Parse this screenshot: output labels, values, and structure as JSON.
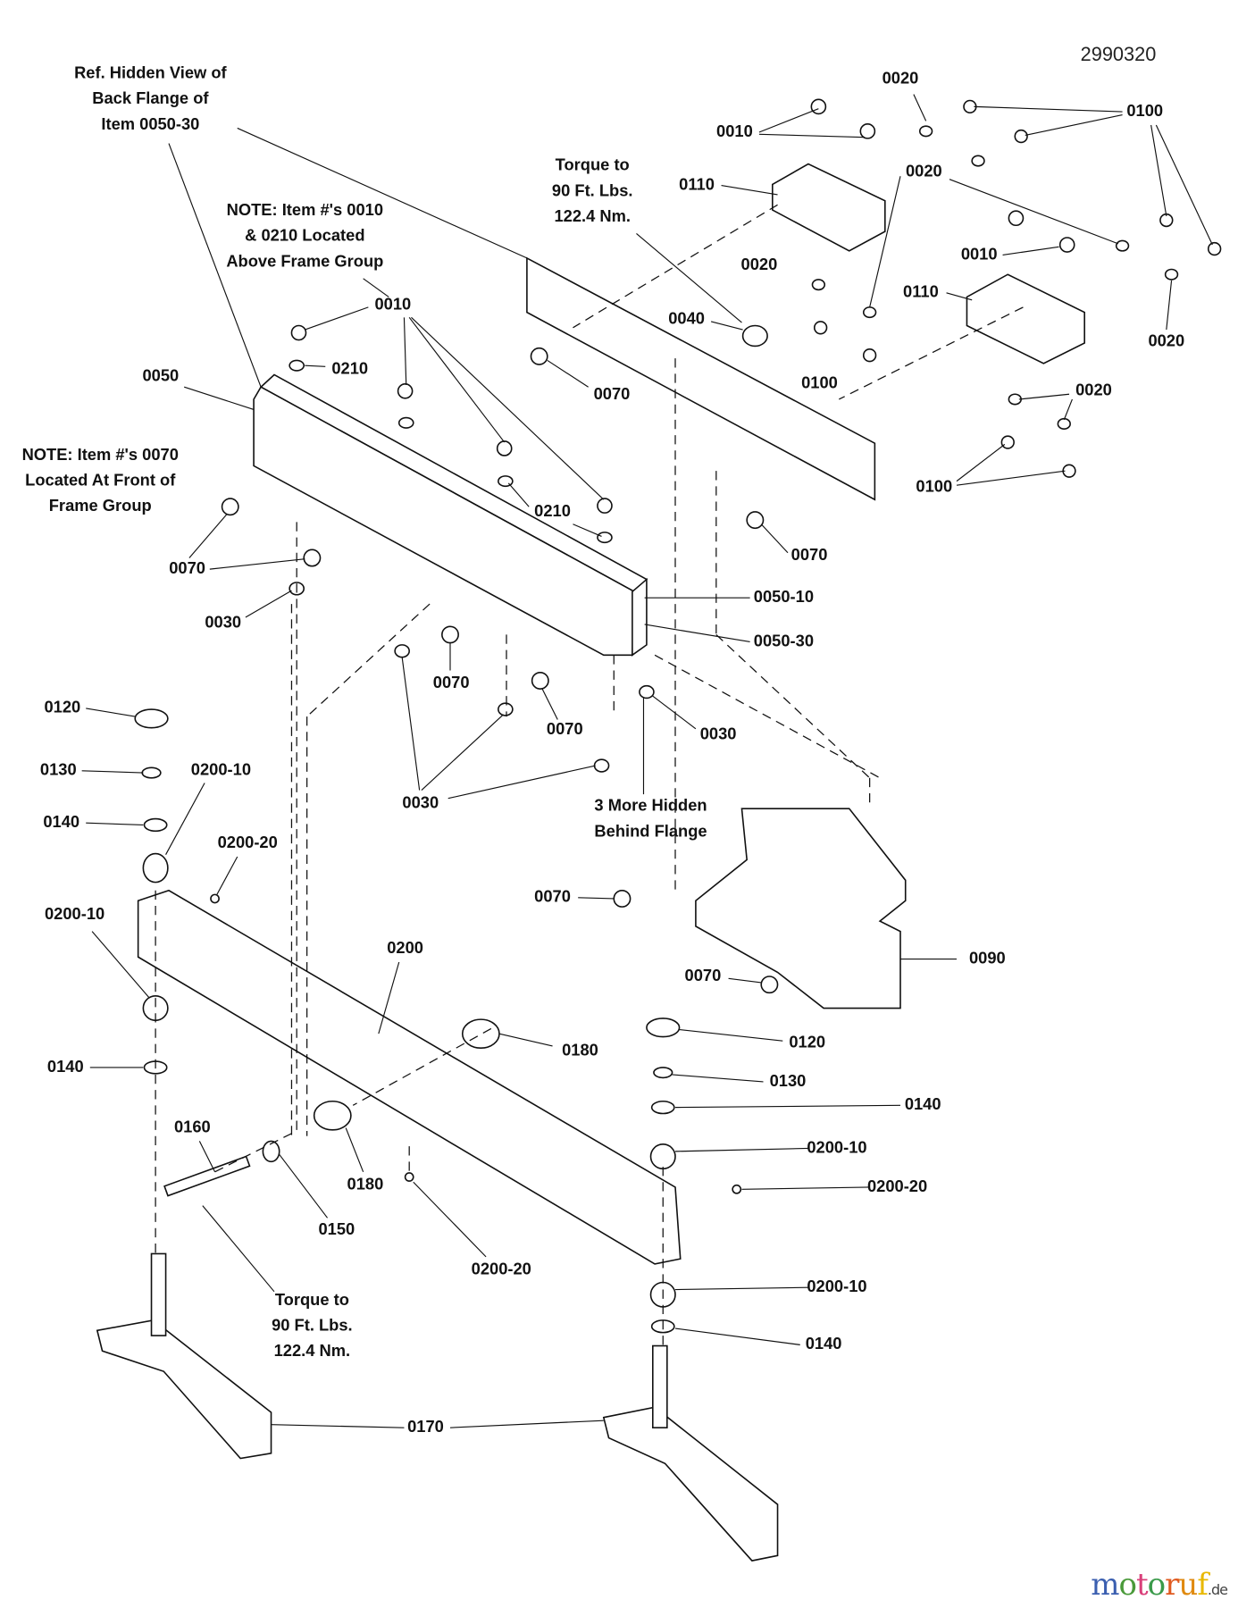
{
  "drawing_number": "2990320",
  "notes": {
    "ref_hidden_view": [
      "Ref. Hidden View of",
      "Back Flange of",
      "Item 0050-30"
    ],
    "torque_top": [
      "Torque to",
      "90 Ft. Lbs.",
      "122.4 Nm."
    ],
    "note_0010": [
      "NOTE: Item #'s 0010",
      "& 0210 Located",
      "Above Frame Group"
    ],
    "note_0070": [
      "NOTE: Item #'s 0070",
      "Located At Front of",
      "Frame Group"
    ],
    "hidden_behind": [
      "3 More Hidden",
      "Behind Flange"
    ],
    "torque_bottom": [
      "Torque to",
      "90 Ft. Lbs.",
      "122.4 Nm."
    ]
  },
  "callouts": [
    "0020",
    "0010",
    "0100",
    "0110",
    "0020",
    "0010",
    "0020",
    "0110",
    "0040",
    "0020",
    "0070",
    "0100",
    "0020",
    "0100",
    "0070",
    "0010",
    "0210",
    "0050",
    "0210",
    "0070",
    "0030",
    "0050-10",
    "0050-30",
    "0070",
    "0070",
    "0030",
    "0120",
    "0130",
    "0200-10",
    "0140",
    "0030",
    "0200-20",
    "0070",
    "0200-10",
    "0200",
    "0090",
    "0070",
    "0180",
    "0120",
    "0130",
    "0140",
    "0140",
    "0160",
    "0200-10",
    "0180",
    "0200-20",
    "0150",
    "0200-20",
    "0200-10",
    "0140",
    "0170"
  ],
  "watermark": {
    "text": "motoruf",
    "suffix": ".de",
    "letter_colors": [
      "#3b5fb0",
      "#4a9a3a",
      "#d9407a",
      "#3a9a4a",
      "#e05a20",
      "#e08a10",
      "#e8b800"
    ]
  }
}
